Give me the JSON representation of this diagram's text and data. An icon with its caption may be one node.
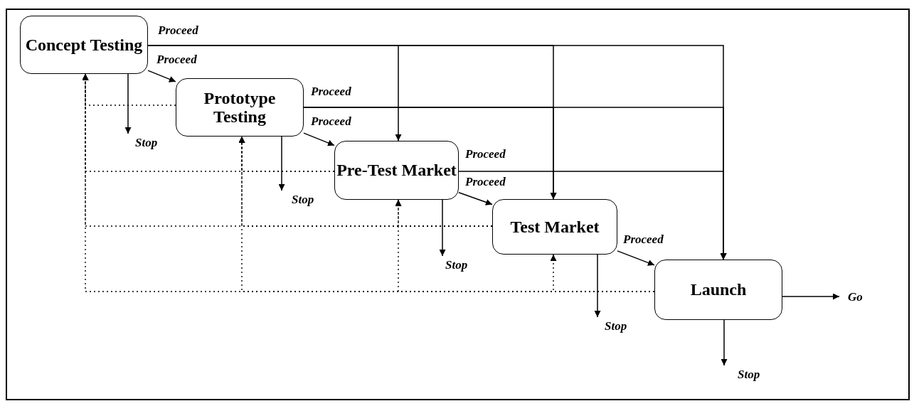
{
  "diagram": {
    "nodes": [
      {
        "text": [
          "Concept Testing"
        ]
      },
      {
        "text": [
          "Prototype Testing"
        ]
      },
      {
        "text": [
          "Pre-Test Market"
        ]
      },
      {
        "text": [
          "Test Market"
        ]
      },
      {
        "text": [
          "Launch"
        ]
      },
      {
        "text": [
          "Stop"
        ]
      },
      {
        "text": [
          "Stop"
        ]
      },
      {
        "text": [
          "Stop"
        ]
      },
      {
        "text": [
          "Go"
        ]
      },
      {
        "text": [
          "Stop"
        ]
      },
      {
        "text": [
          "Stop"
        ]
      }
    ],
    "edges": [
      {
        "from": 0,
        "to": 1,
        "arrow": "to",
        "label": "Proceed"
      },
      {
        "from": 0,
        "to": 2,
        "arrow": "to",
        "label": "Proceed"
      },
      {
        "from": 0,
        "to": 3,
        "arrow": "to"
      },
      {
        "from": 0,
        "to": 4,
        "arrow": "to"
      },
      {
        "from": 0,
        "to": 5,
        "arrow": "to"
      },
      {
        "from": 1,
        "to": 2,
        "arrow": "to",
        "label": "Proceed"
      },
      {
        "from": 1,
        "to": 3,
        "arrow": "to",
        "label": "Proceed"
      },
      {
        "from": 1,
        "to": 4,
        "arrow": "to"
      },
      {
        "from": 1,
        "to": 6,
        "arrow": "to"
      },
      {
        "from": 2,
        "to": 3,
        "arrow": "to",
        "label": "Proceed"
      },
      {
        "from": 2,
        "to": 4,
        "arrow": "to",
        "label": "Proceed"
      },
      {
        "from": 2,
        "to": 7,
        "arrow": "to"
      },
      {
        "from": 3,
        "to": 4,
        "arrow": "to",
        "label": "Proceed"
      },
      {
        "from": 3,
        "to": 9,
        "arrow": "to"
      },
      {
        "from": 4,
        "to": 8,
        "arrow": "to"
      },
      {
        "from": 4,
        "to": 10,
        "arrow": "to"
      },
      {
        "from": 1,
        "to": 0,
        "arrow": "to",
        "style": "dashed"
      },
      {
        "from": 2,
        "to": 0,
        "arrow": "to",
        "style": "dashed"
      },
      {
        "from": 2,
        "to": 1,
        "arrow": "to",
        "style": "dashed"
      },
      {
        "from": 3,
        "to": 0,
        "arrow": "to",
        "style": "dashed"
      },
      {
        "from": 3,
        "to": 1,
        "arrow": "to",
        "style": "dashed"
      },
      {
        "from": 3,
        "to": 2,
        "arrow": "to",
        "style": "dashed"
      },
      {
        "from": 4,
        "to": 0,
        "arrow": "to",
        "style": "dashed"
      },
      {
        "from": 4,
        "to": 1,
        "arrow": "to",
        "style": "dashed"
      },
      {
        "from": 4,
        "to": 2,
        "arrow": "to",
        "style": "dashed"
      },
      {
        "from": 4,
        "to": 3,
        "arrow": "to",
        "style": "dashed"
      }
    ]
  }
}
